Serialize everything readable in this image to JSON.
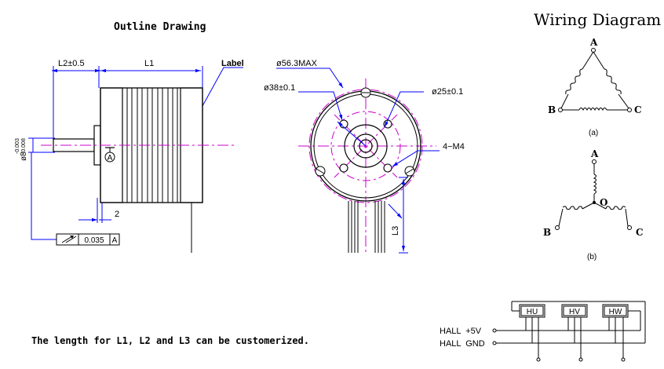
{
  "outline": {
    "title": "Outline Drawing",
    "l2": "L2±0.5",
    "l1": "L1",
    "label": "Label",
    "shaft_dia": "ø8",
    "tol_upper": "-0.003",
    "tol_lower": "-0.008",
    "datum": "A",
    "two": "2",
    "runout_value": "0.035",
    "runout_datum": "A"
  },
  "front": {
    "d56": "ø56.3MAX",
    "d38": "ø38±0.1",
    "d25": "ø25±0.1",
    "m4": "4−M4",
    "l3": "L3"
  },
  "wiring": {
    "title": "Wiring Diagram",
    "delta": {
      "a": "A",
      "b": "B",
      "c": "C",
      "caption": "(a)"
    },
    "star": {
      "a": "A",
      "b": "B",
      "c": "C",
      "o": "O",
      "caption": "(b)"
    }
  },
  "hall": {
    "hu": "HU",
    "hv": "HV",
    "hw": "HW",
    "plus5v": "HALL  +5V",
    "gnd": "HALL  GND"
  },
  "note": "The length for L1, L2 and L3 can be customerized.",
  "colors": {
    "line": "#000000",
    "center": "#cc00cc",
    "dim": "#0000ff"
  }
}
